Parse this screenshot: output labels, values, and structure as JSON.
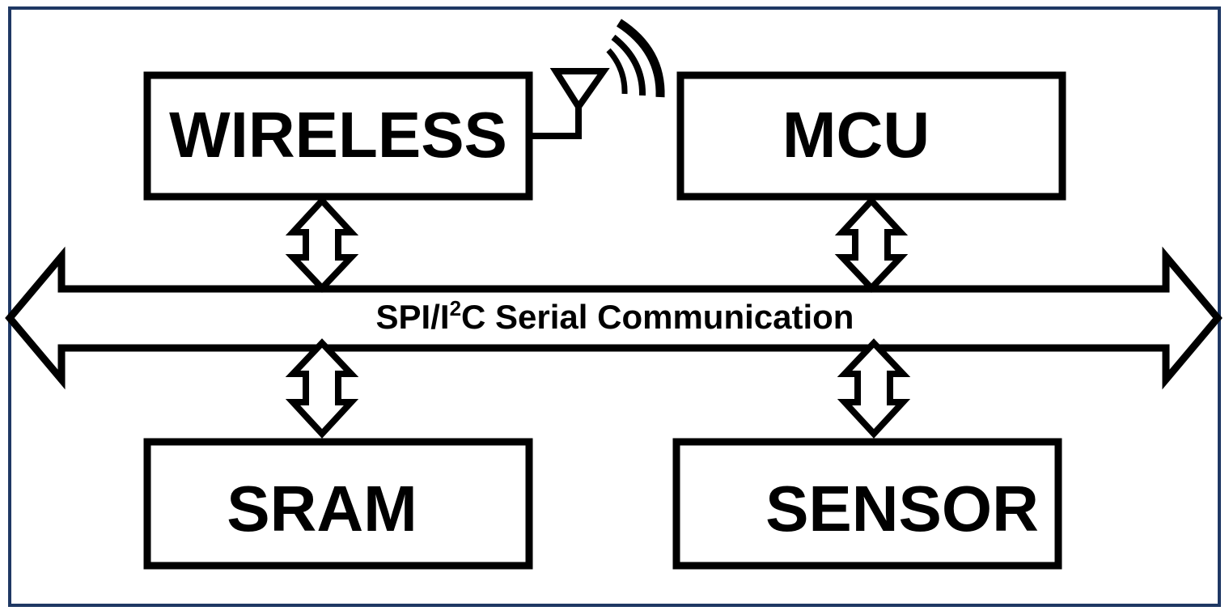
{
  "colors": {
    "frame": "#1f3864",
    "stroke": "#000000",
    "background": "#ffffff"
  },
  "blocks": {
    "wireless": "WIRELESS",
    "mcu": "MCU",
    "sram": "SRAM",
    "sensor": "SENSOR"
  },
  "bus": {
    "prefix": "SPI/I",
    "superscript": "2",
    "suffix": "C Serial Communication"
  },
  "icons": {
    "antenna": "antenna-icon",
    "signal": "wireless-signal-icon"
  }
}
